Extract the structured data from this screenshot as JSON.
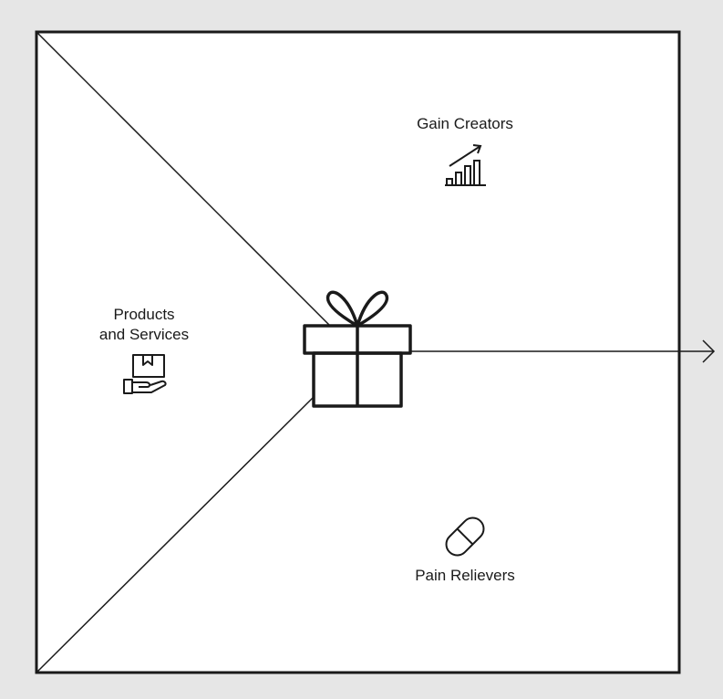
{
  "diagram": {
    "sections": {
      "gain_creators": {
        "label": "Gain Creators",
        "icon": "growth-chart-icon"
      },
      "products_services": {
        "label_line1": "Products",
        "label_line2": "and Services",
        "icon": "hand-box-icon"
      },
      "pain_relievers": {
        "label": "Pain Relievers",
        "icon": "pill-icon"
      }
    },
    "center_icon": "gift-icon",
    "output_arrow": "arrow-right-icon"
  },
  "colors": {
    "background": "#e6e6e6",
    "board": "#ffffff",
    "stroke": "#1a1a1a"
  }
}
